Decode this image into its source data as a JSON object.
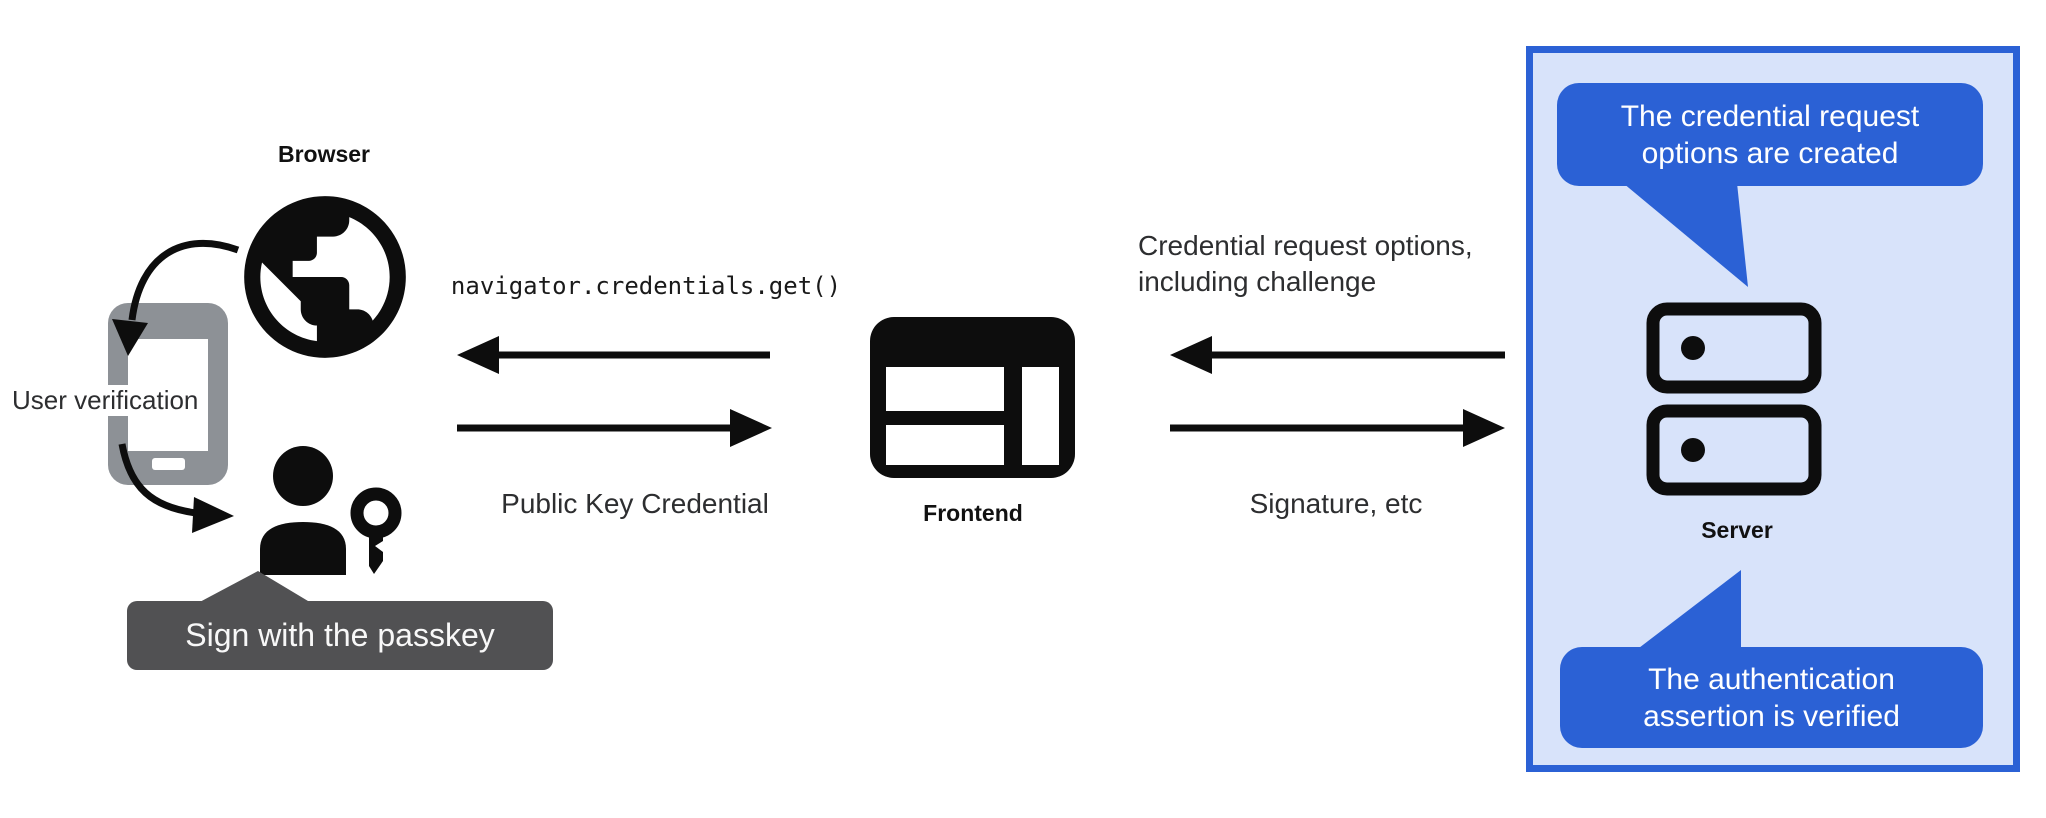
{
  "colors": {
    "panel-bg": "#d8e3fa",
    "panel-border": "#2b61d5",
    "bubble-bg": "#2b61d5",
    "bubble-text": "#ffffff",
    "tooltip-bg": "#515153",
    "tooltip-text": "#f8f8f8",
    "icon-black": "#0d0d0d",
    "phone-gray": "#8d9196",
    "text-dark": "#2d2e30"
  },
  "browser": {
    "label": "Browser",
    "verification_label": "User verification",
    "tooltip": "Sign with the passkey"
  },
  "frontend": {
    "label": "Frontend"
  },
  "server": {
    "label": "Server",
    "bubble_top": {
      "line1": "The credential request",
      "line2": "options are created"
    },
    "bubble_bottom": {
      "line1": "The authentication",
      "line2": "assertion is verified"
    }
  },
  "flows": {
    "get_call": "navigator.credentials.get()",
    "public_key_credential": "Public Key Credential",
    "credential_request": {
      "line1": "Credential request options,",
      "line2": "including challenge"
    },
    "signature": "Signature, etc"
  }
}
